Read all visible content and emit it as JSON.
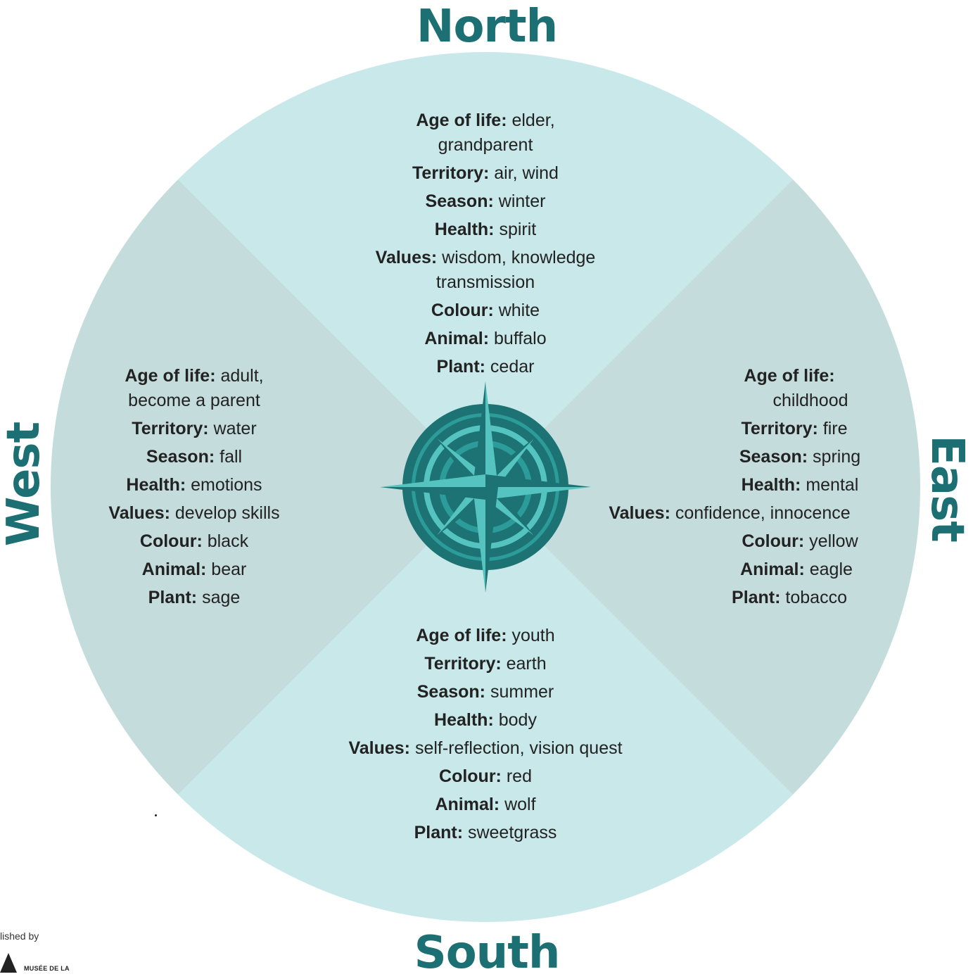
{
  "colors": {
    "north_south_fill": "#c8e8e9",
    "east_west_fill": "#c4dcdc",
    "direction_text": "#1c7074",
    "compass_dark": "#1d7373",
    "compass_mid": "#2c9c9a",
    "compass_light": "#55c4c0"
  },
  "directions": {
    "north": "North",
    "south": "South",
    "east": "East",
    "west": "West"
  },
  "north": {
    "age_label": "Age of  life:",
    "age_value": " elder,",
    "age_cont": "grandparent",
    "territory_label": "Territory:",
    "territory_value": " air, wind",
    "season_label": "Season:",
    "season_value": " winter",
    "health_label": "Health:",
    "health_value": " spirit",
    "values_label": "Values:",
    "values_value": " wisdom, knowledge",
    "values_cont": "transmission",
    "colour_label": "Colour:",
    "colour_value": " white",
    "animal_label": "Animal:",
    "animal_value": " buffalo",
    "plant_label": "Plant:",
    "plant_value": " cedar"
  },
  "east": {
    "age_label": "Age of  life:",
    "age_cont": "childhood",
    "territory_label": "Territory:",
    "territory_value": " fire",
    "season_label": "Season:",
    "season_value": " spring",
    "health_label": "Health:",
    "health_value": " mental",
    "values_label": "Values:",
    "values_value": "  confidence, innocence",
    "colour_label": "Colour:",
    "colour_value": " yellow",
    "animal_label": "Animal:",
    "animal_value": " eagle",
    "plant_label": "Plant:",
    "plant_value": " tobacco"
  },
  "south": {
    "age_label": "Age of  life:",
    "age_value": " youth",
    "territory_label": "Territory:",
    "territory_value": " earth",
    "season_label": "Season:",
    "season_value": " summer",
    "health_label": "Health:",
    "health_value": " body",
    "values_label": "Values:",
    "values_value": " self-reflection, vision quest",
    "colour_label": "Colour:",
    "colour_value": " red",
    "animal_label": "Animal:",
    "animal_value": " wolf",
    "plant_label": "Plant:",
    "plant_value": " sweetgrass"
  },
  "west": {
    "age_label": "Age of  life:",
    "age_value": " adult,",
    "age_cont": "become a parent",
    "territory_label": "Territory:",
    "territory_value": " water",
    "season_label": "Season:",
    "season_value": " fall",
    "health_label": "Health:",
    "health_value": " emotions",
    "values_label": "Values:",
    "values_value": "  develop skills",
    "colour_label": "Colour:",
    "colour_value": " black",
    "animal_label": "Animal:",
    "animal_value": " bear",
    "plant_label": "Plant:",
    "plant_value": " sage"
  },
  "footer": {
    "credit": "lished by",
    "museum": "MUSÉE DE LA"
  }
}
